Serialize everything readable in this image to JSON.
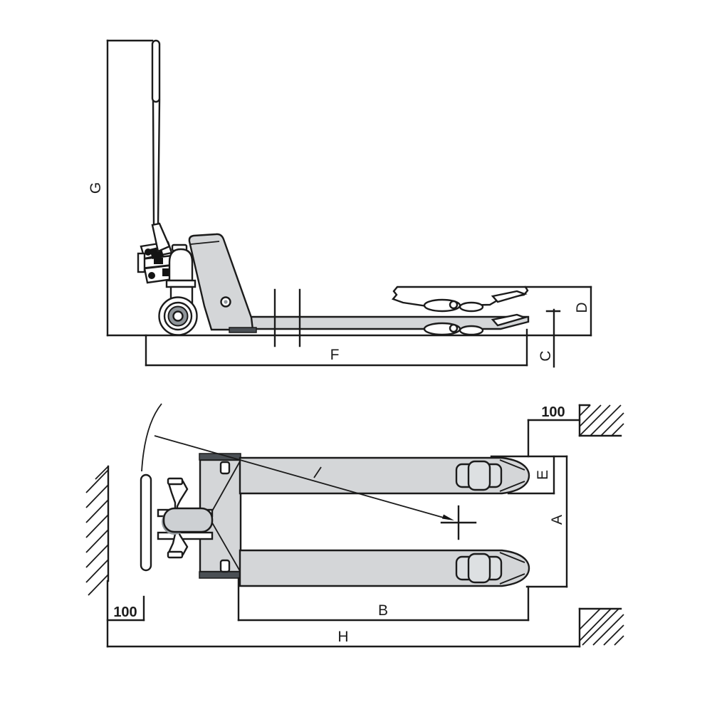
{
  "drawing": {
    "type": "pallet-truck-dimensional-drawing",
    "dimensions": {
      "side_view": {
        "g": "G",
        "f": "F",
        "d": "D",
        "c": "C"
      },
      "top_view": {
        "clearance_right": "100",
        "e": "E",
        "a": "A",
        "b": "B",
        "clearance_left": "100",
        "h": "H"
      }
    },
    "colors": {
      "line": "#1b1b1b",
      "fill_light": "#d4d6d8",
      "fill_mid": "#93999e",
      "fill_dark": "#4a4f54",
      "background": "#ffffff"
    }
  }
}
